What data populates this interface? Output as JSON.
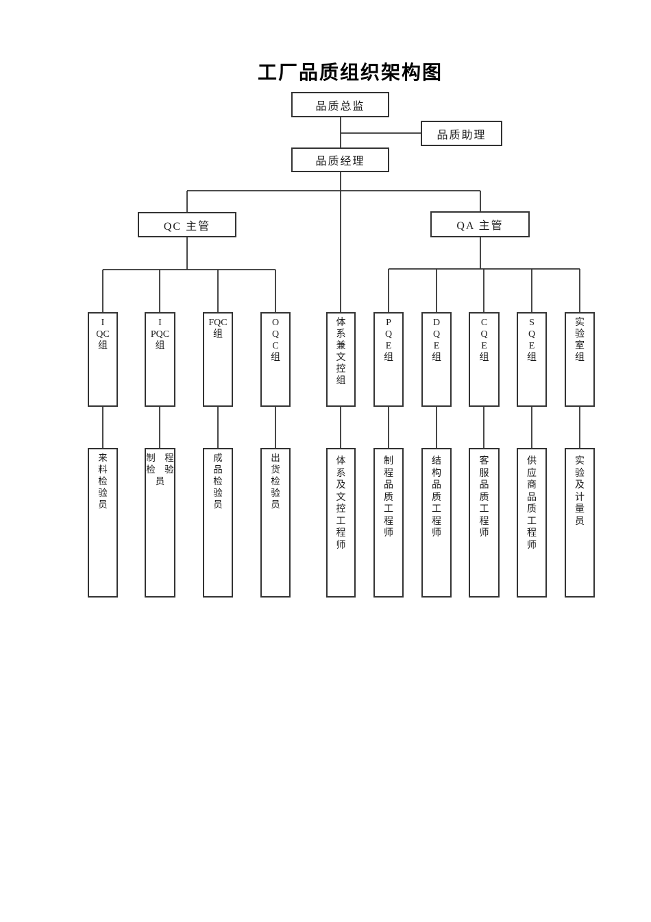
{
  "page": {
    "title": "工厂品质组织架构图"
  },
  "org": {
    "director": "品质总监",
    "assistant": "品质助理",
    "manager": "品质经理",
    "qc_supervisor": "QC 主管",
    "qa_supervisor": "QA 主管",
    "groups": [
      {
        "id": "iqc",
        "branch": "QC",
        "label": "I\nQC\n组",
        "member": "来　料\n检　验\n员"
      },
      {
        "id": "ipqc",
        "branch": "QC",
        "label": "I\nPQC\n组",
        "member": "制　程\n检　验\n员"
      },
      {
        "id": "fqc",
        "branch": "QC",
        "label": "FQC\n组",
        "member": "成　品\n检　验\n员"
      },
      {
        "id": "oqc",
        "branch": "QC",
        "label": "O\nQ\nC\n组",
        "member": "出　货\n检　验\n员"
      },
      {
        "id": "system-doc-control",
        "branch": "manager",
        "label": "体\n系\n兼\n文\n控\n组",
        "member": "体\n系\n及\n文\n控\n工\n程\n师"
      },
      {
        "id": "pqe",
        "branch": "QA",
        "label": "P\nQ\nE\n组",
        "member": "制\n程\n品\n质\n工\n程\n师"
      },
      {
        "id": "dqe",
        "branch": "QA",
        "label": "D\nQ\nE\n组",
        "member": "结\n构\n品\n质\n工\n程\n师"
      },
      {
        "id": "cqe",
        "branch": "QA",
        "label": "C\nQ\nE\n组",
        "member": "客\n服\n品\n质\n工\n程\n师"
      },
      {
        "id": "sqe",
        "branch": "QA",
        "label": "S\nQ\nE\n组",
        "member": "供\n应\n商\n品\n质\n工\n程\n师"
      },
      {
        "id": "lab",
        "branch": "QA",
        "label": "实\n验\n室\n组",
        "member": "实\n验\n及\n计\n量\n员"
      }
    ]
  },
  "style": {
    "line_color": "#333333",
    "text_color": "#1a1a1a",
    "background": "#ffffff"
  }
}
